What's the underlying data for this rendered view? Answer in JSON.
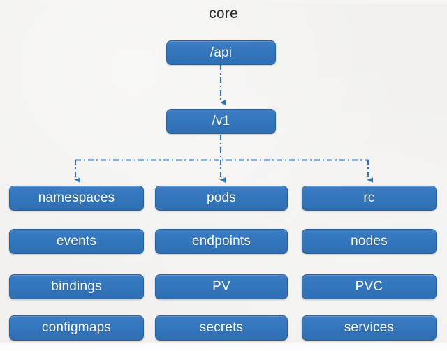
{
  "diagram": {
    "title": "core",
    "colors": {
      "background": "#f1f0ee",
      "node_fill": "#3377be",
      "node_border": "#2b6099",
      "node_text": "#ffffff",
      "connector": "#2f74bd",
      "title_text": "#2b2b2b"
    },
    "root": {
      "label": "/api"
    },
    "version": {
      "label": "/v1"
    },
    "columns": [
      {
        "name": "column-1",
        "nodes": [
          {
            "label": "namespaces"
          },
          {
            "label": "events"
          },
          {
            "label": "bindings"
          },
          {
            "label": "configmaps"
          }
        ]
      },
      {
        "name": "column-2",
        "nodes": [
          {
            "label": "pods"
          },
          {
            "label": "endpoints"
          },
          {
            "label": "PV"
          },
          {
            "label": "secrets"
          }
        ]
      },
      {
        "name": "column-3",
        "nodes": [
          {
            "label": "rc"
          },
          {
            "label": "nodes"
          },
          {
            "label": "PVC"
          },
          {
            "label": "services"
          }
        ]
      }
    ],
    "connectors": [
      {
        "name": "api-to-v1",
        "style": "dash-dot",
        "arrow": true
      },
      {
        "name": "v1-to-branch-bus",
        "style": "dash-dot",
        "arrow": false
      },
      {
        "name": "branch-to-namespaces",
        "style": "dash-dot",
        "arrow": true
      },
      {
        "name": "branch-to-pods",
        "style": "dash-dot",
        "arrow": true
      },
      {
        "name": "branch-to-rc",
        "style": "dash-dot",
        "arrow": true
      }
    ]
  }
}
